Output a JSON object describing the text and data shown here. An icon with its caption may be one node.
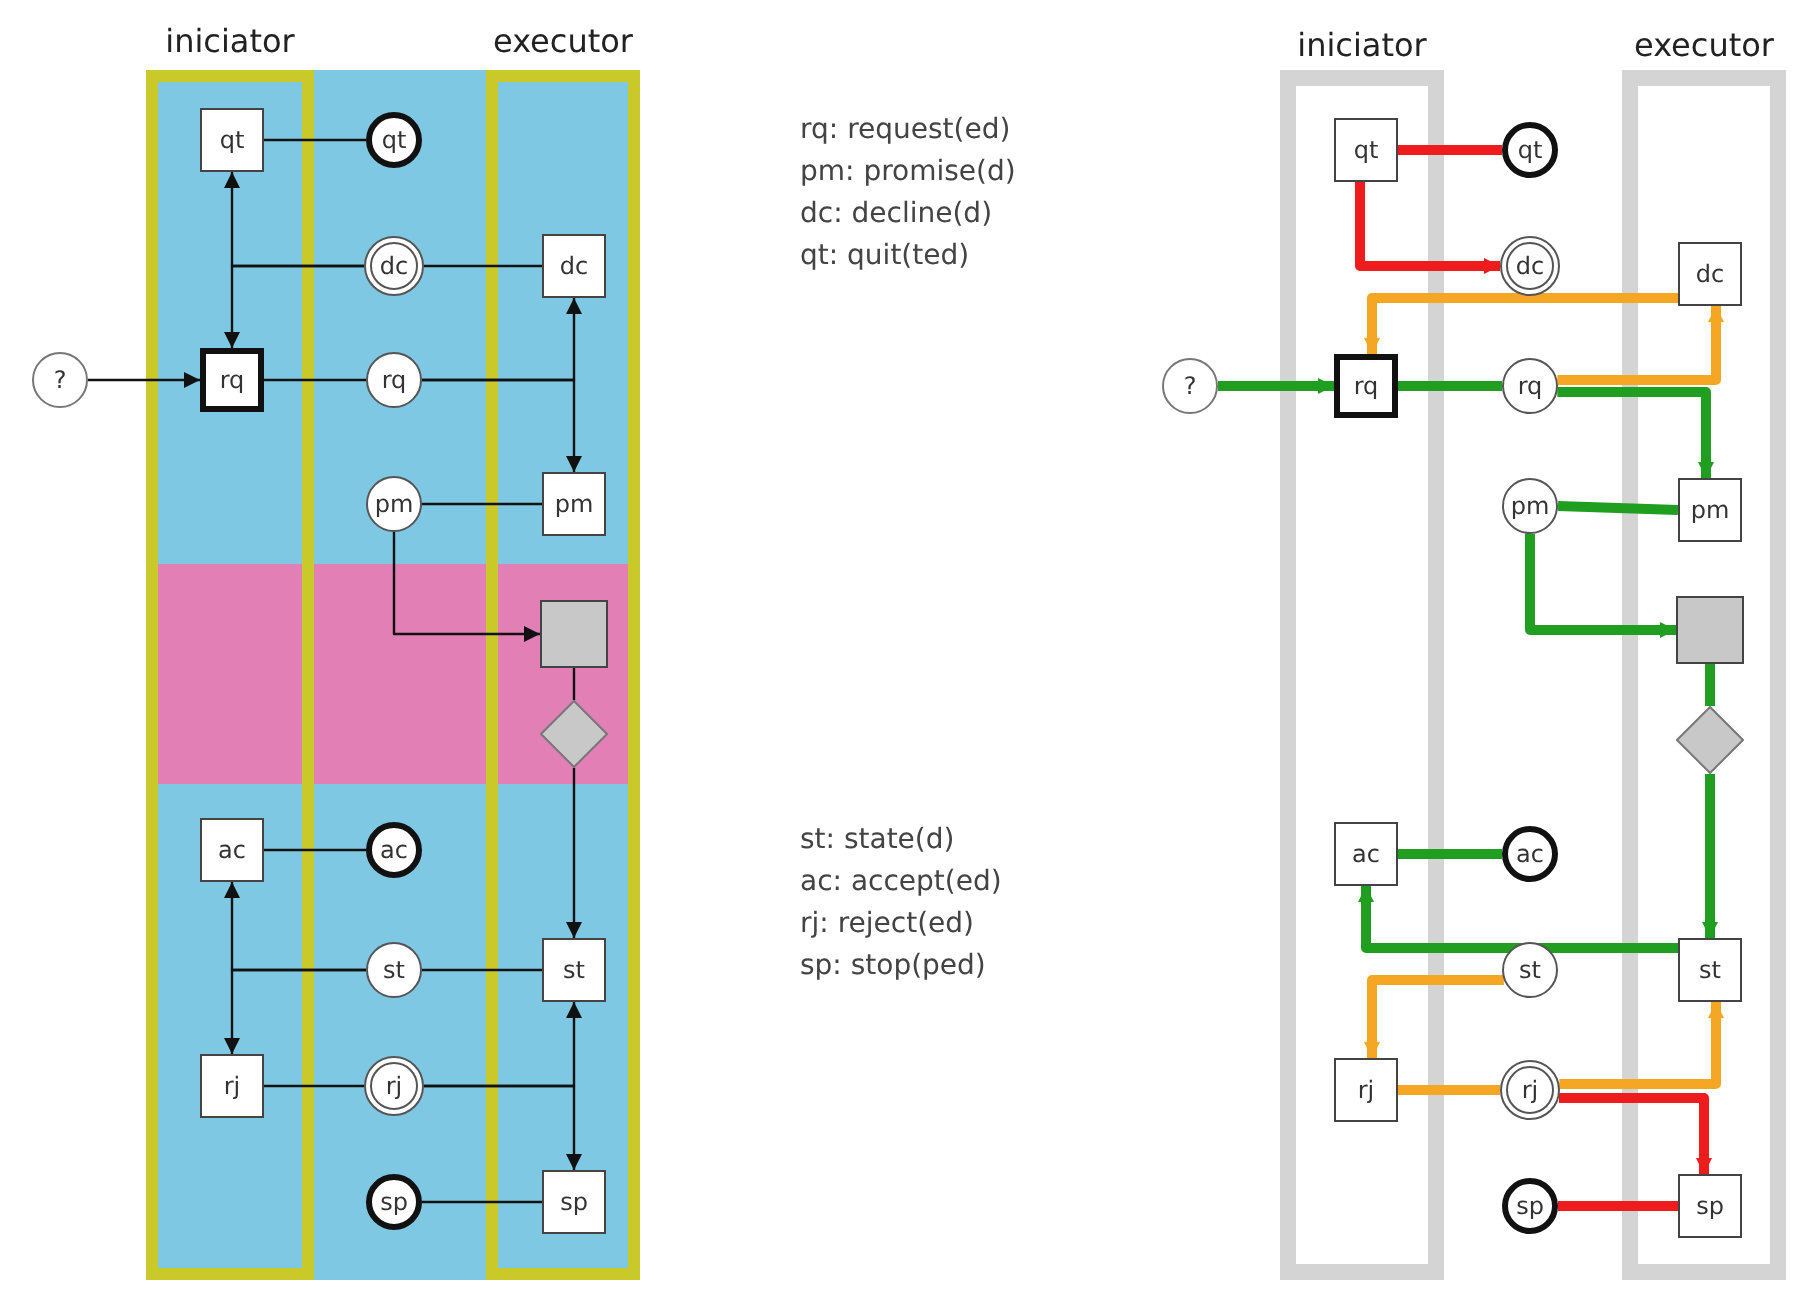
{
  "diagram": {
    "nodes": [
      {
        "text": [
          "iniciator"
        ]
      },
      {
        "text": [
          "executor"
        ]
      },
      {
        "text": [
          "?"
        ]
      },
      {
        "text": [
          "qt"
        ],
        "in": 0
      },
      {
        "text": [
          "qt"
        ]
      },
      {
        "text": [
          "dc"
        ]
      },
      {
        "text": [
          "dc"
        ],
        "in": 1
      },
      {
        "text": [
          "rq"
        ],
        "in": 0
      },
      {
        "text": [
          "rq"
        ]
      },
      {
        "text": [
          "pm"
        ]
      },
      {
        "text": [
          "pm"
        ],
        "in": 1
      },
      {
        "text": [],
        "shape": "box",
        "in": 1
      },
      {
        "text": [],
        "shape": "diamond",
        "in": 1
      },
      {
        "text": [
          "ac"
        ],
        "in": 0
      },
      {
        "text": [
          "ac"
        ]
      },
      {
        "text": [
          "st"
        ]
      },
      {
        "text": [
          "st"
        ],
        "in": 1
      },
      {
        "text": [
          "rj"
        ],
        "in": 0
      },
      {
        "text": [
          "rj"
        ]
      },
      {
        "text": [
          "sp"
        ]
      },
      {
        "text": [
          "sp"
        ],
        "in": 1
      },
      {
        "text": [
          "iniciator"
        ]
      },
      {
        "text": [
          "executor"
        ]
      },
      {
        "text": [
          "?"
        ]
      },
      {
        "text": [
          "qt"
        ],
        "in": 21
      },
      {
        "text": [
          "qt"
        ]
      },
      {
        "text": [
          "dc"
        ]
      },
      {
        "text": [
          "dc"
        ],
        "in": 22
      },
      {
        "text": [
          "rq"
        ],
        "in": 21
      },
      {
        "text": [
          "rq"
        ]
      },
      {
        "text": [
          "pm"
        ]
      },
      {
        "text": [
          "pm"
        ],
        "in": 22
      },
      {
        "text": [],
        "shape": "box",
        "in": 22
      },
      {
        "text": [],
        "shape": "diamond",
        "in": 22
      },
      {
        "text": [
          "ac"
        ],
        "in": 21
      },
      {
        "text": [
          "ac"
        ]
      },
      {
        "text": [
          "st"
        ]
      },
      {
        "text": [
          "st"
        ],
        "in": 22
      },
      {
        "text": [
          "rj"
        ],
        "in": 21
      },
      {
        "text": [
          "rj"
        ]
      },
      {
        "text": [
          "sp"
        ]
      },
      {
        "text": [
          "sp"
        ],
        "in": 22
      }
    ],
    "edges": [
      {
        "from": 2,
        "to": 7,
        "arrow": "to"
      },
      {
        "from": 3,
        "to": 4,
        "arrow": "none"
      },
      {
        "from": 5,
        "to": 3,
        "arrow": "to"
      },
      {
        "from": 5,
        "to": 7,
        "arrow": "to"
      },
      {
        "from": 5,
        "to": 6,
        "arrow": "none"
      },
      {
        "from": 7,
        "to": 8,
        "arrow": "none"
      },
      {
        "from": 8,
        "to": 6,
        "arrow": "to"
      },
      {
        "from": 8,
        "to": 10,
        "arrow": "to"
      },
      {
        "from": 9,
        "to": 10,
        "arrow": "none"
      },
      {
        "from": 9,
        "to": 11,
        "arrow": "to"
      },
      {
        "from": 11,
        "to": 12,
        "arrow": "none"
      },
      {
        "from": 12,
        "to": 16,
        "arrow": "to"
      },
      {
        "from": 13,
        "to": 14,
        "arrow": "none"
      },
      {
        "from": 15,
        "to": 13,
        "arrow": "to"
      },
      {
        "from": 15,
        "to": 17,
        "arrow": "to"
      },
      {
        "from": 15,
        "to": 16,
        "arrow": "none"
      },
      {
        "from": 17,
        "to": 18,
        "arrow": "none"
      },
      {
        "from": 18,
        "to": 16,
        "arrow": "to"
      },
      {
        "from": 18,
        "to": 20,
        "arrow": "to"
      },
      {
        "from": 19,
        "to": 20,
        "arrow": "none"
      },
      {
        "from": 23,
        "to": 28,
        "arrow": "to",
        "style": "thick",
        "color": "#1f9e1f"
      },
      {
        "from": 28,
        "to": 29,
        "arrow": "none",
        "style": "thick",
        "color": "#1f9e1f"
      },
      {
        "from": 29,
        "to": 31,
        "arrow": "to",
        "style": "thick",
        "color": "#1f9e1f"
      },
      {
        "from": 31,
        "to": 30,
        "arrow": "none",
        "style": "thick",
        "color": "#1f9e1f"
      },
      {
        "from": 30,
        "to": 32,
        "arrow": "to",
        "style": "thick",
        "color": "#1f9e1f"
      },
      {
        "from": 32,
        "to": 33,
        "arrow": "none",
        "style": "thick",
        "color": "#1f9e1f"
      },
      {
        "from": 33,
        "to": 37,
        "arrow": "to",
        "style": "thick",
        "color": "#1f9e1f"
      },
      {
        "from": 37,
        "to": 34,
        "arrow": "to",
        "style": "thick",
        "color": "#1f9e1f"
      },
      {
        "from": 34,
        "to": 35,
        "arrow": "none",
        "style": "thick",
        "color": "#1f9e1f"
      },
      {
        "from": 29,
        "to": 27,
        "arrow": "to",
        "style": "thick",
        "color": "#f5a623"
      },
      {
        "from": 27,
        "to": 28,
        "arrow": "to",
        "style": "thick",
        "color": "#f5a623"
      },
      {
        "from": 25,
        "to": 24,
        "arrow": "none",
        "style": "thick",
        "color": "#ee1c1c"
      },
      {
        "from": 24,
        "to": 26,
        "arrow": "to",
        "style": "thick",
        "color": "#ee1c1c"
      },
      {
        "from": 36,
        "to": 38,
        "arrow": "to",
        "style": "thick",
        "color": "#f5a623"
      },
      {
        "from": 38,
        "to": 39,
        "arrow": "none",
        "style": "thick",
        "color": "#f5a623"
      },
      {
        "from": 39,
        "to": 37,
        "arrow": "to",
        "style": "thick",
        "color": "#f5a623"
      },
      {
        "from": 39,
        "to": 41,
        "arrow": "to",
        "style": "thick",
        "color": "#ee1c1c"
      },
      {
        "from": 41,
        "to": 40,
        "arrow": "none",
        "style": "thick",
        "color": "#ee1c1c"
      }
    ],
    "labels": [
      "rq: request(ed)",
      "pm: promise(d)",
      "dc: decline(d)",
      "qt: quit(ted)",
      "st: state(d)",
      "ac: accept(ed)",
      "rj: reject(ed)",
      "sp: stop(ped)"
    ]
  }
}
